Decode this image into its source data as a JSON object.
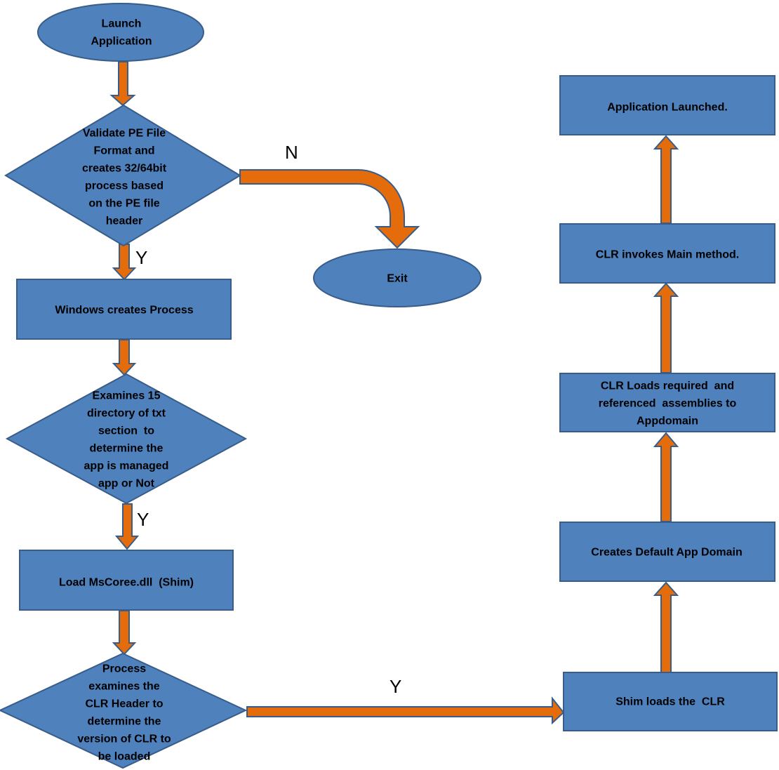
{
  "nodes": {
    "launch": [
      "Launch",
      "Application"
    ],
    "validate": [
      "Validate PE File",
      "Format and",
      "creates 32/64bit",
      "process based",
      "on the PE file",
      "header"
    ],
    "exit": [
      "Exit"
    ],
    "windows_process": [
      "Windows creates Process"
    ],
    "examines": [
      "Examines 15",
      "directory of txt",
      "section  to",
      "determine the",
      "app is managed",
      "app or Not"
    ],
    "load_mscoree": [
      "Load MsCoree.dll  (Shim)"
    ],
    "process_examines": [
      "Process",
      "examines the",
      "CLR Header to",
      "determine the",
      "version of CLR to",
      "be loaded"
    ],
    "shim_loads": [
      "Shim loads the  CLR"
    ],
    "default_domain": [
      "Creates Default App Domain"
    ],
    "clr_loads": [
      "CLR Loads required  and",
      "referenced  assemblies to",
      "Appdomain"
    ],
    "clr_main": [
      "CLR invokes Main method."
    ],
    "app_launched": [
      "Application Launched."
    ]
  },
  "edge_labels": {
    "validate_no": "N",
    "validate_yes": "Y",
    "examines_yes": "Y",
    "process_yes": "Y"
  },
  "colors": {
    "shape_fill": "#4f81bd",
    "shape_stroke": "#385d8a",
    "arrow_fill": "#e46c0a"
  }
}
